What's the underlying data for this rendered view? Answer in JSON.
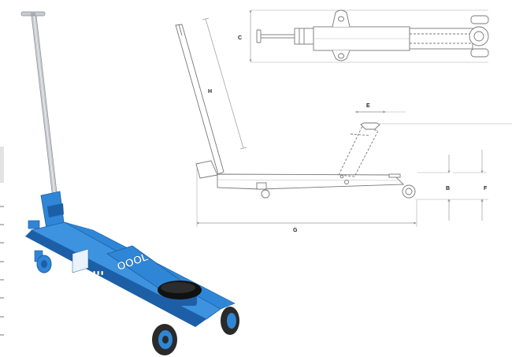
{
  "product": {
    "brand_lettering": "OOOL",
    "colors": {
      "body": "#2f86d6",
      "body_dark": "#1d5fa6",
      "handle": "#c8cbd0",
      "wheel": "#2a2a2a",
      "saddle": "#111111"
    }
  },
  "drawing": {
    "line_color": "#777777",
    "dimension_color": "#999999",
    "dimensions": {
      "B": "B",
      "C": "C",
      "E": "E",
      "F": "F",
      "G": "G",
      "H": "H"
    }
  }
}
